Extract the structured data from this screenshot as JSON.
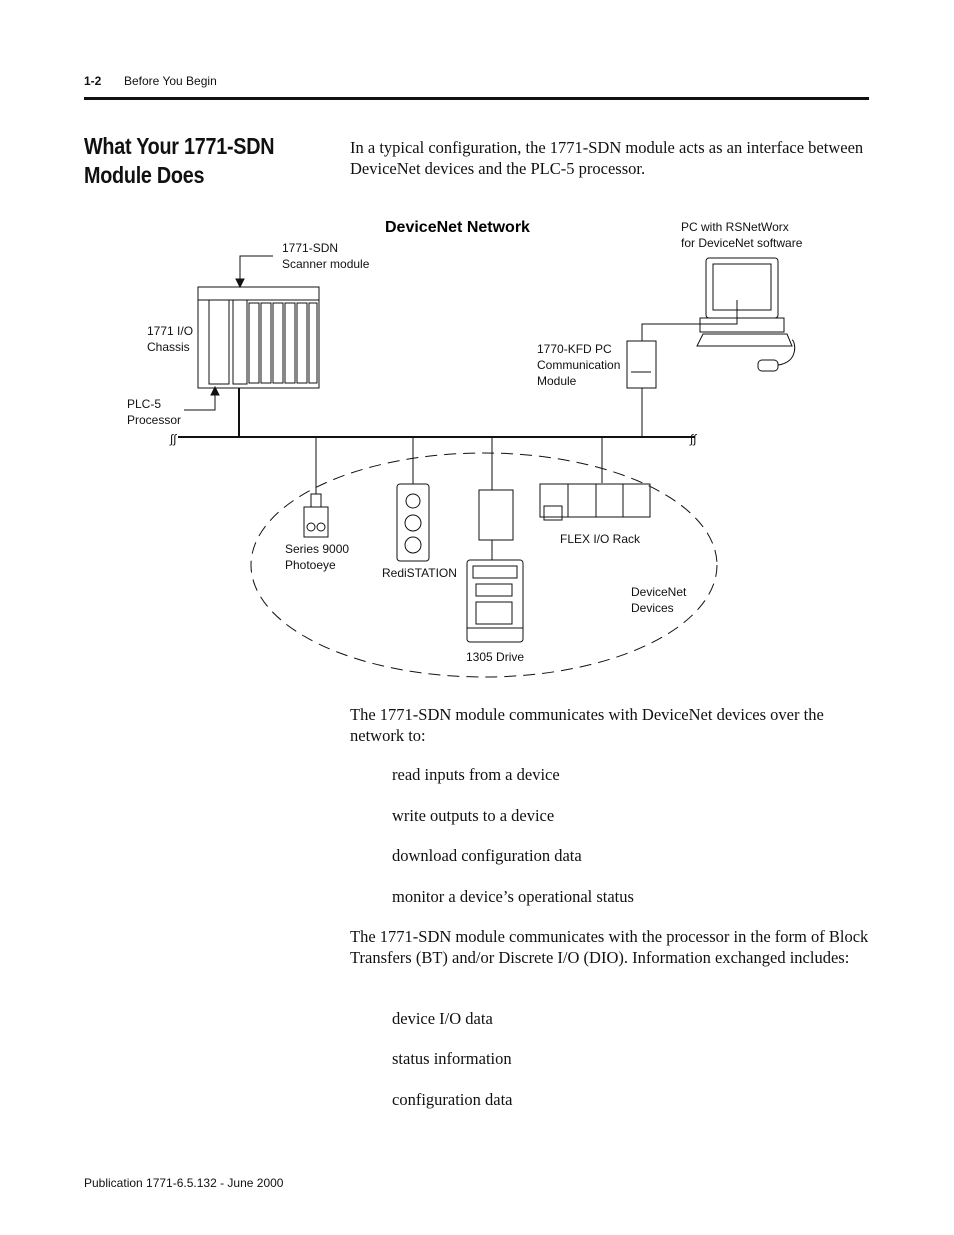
{
  "header": {
    "page_number": "1-2",
    "running_title": "Before You Begin"
  },
  "section": {
    "title": "What Your 1771-SDN Module Does"
  },
  "intro": "In a typical configuration, the 1771-SDN module acts as an interface between DeviceNet devices and the PLC-5 processor.",
  "diagram": {
    "title": "DeviceNet Network",
    "labels": {
      "scanner_line1": "1771-SDN",
      "scanner_line2": "Scanner module",
      "chassis_line1": "1771 I/O",
      "chassis_line2": "Chassis",
      "plc_line1": "PLC-5",
      "plc_line2": "Processor",
      "pc_line1": "PC with RSNetWorx",
      "pc_line2": "for DeviceNet software",
      "kfd_line1": "1770-KFD PC",
      "kfd_line2": "Communication",
      "kfd_line3": "Module",
      "photoeye_line1": "Series 9000",
      "photoeye_line2": "Photoeye",
      "redistation": "RediSTATION",
      "flex": "FLEX I/O Rack",
      "devices_line1": "DeviceNet",
      "devices_line2": "Devices",
      "drive": "1305 Drive"
    }
  },
  "para1": "The 1771-SDN module communicates with DeviceNet devices over the network to:",
  "list1": [
    "read inputs from a device",
    "write outputs to a device",
    "download configuration data",
    "monitor a device’s operational status"
  ],
  "para2": "The 1771-SDN module communicates with the processor in the form of Block Transfers (BT) and/or Discrete I/O (DIO). Information exchanged includes:",
  "list2": [
    "device I/O data",
    "status information",
    "configuration data"
  ],
  "footer": "Publication 1771-6.5.132 - June 2000"
}
